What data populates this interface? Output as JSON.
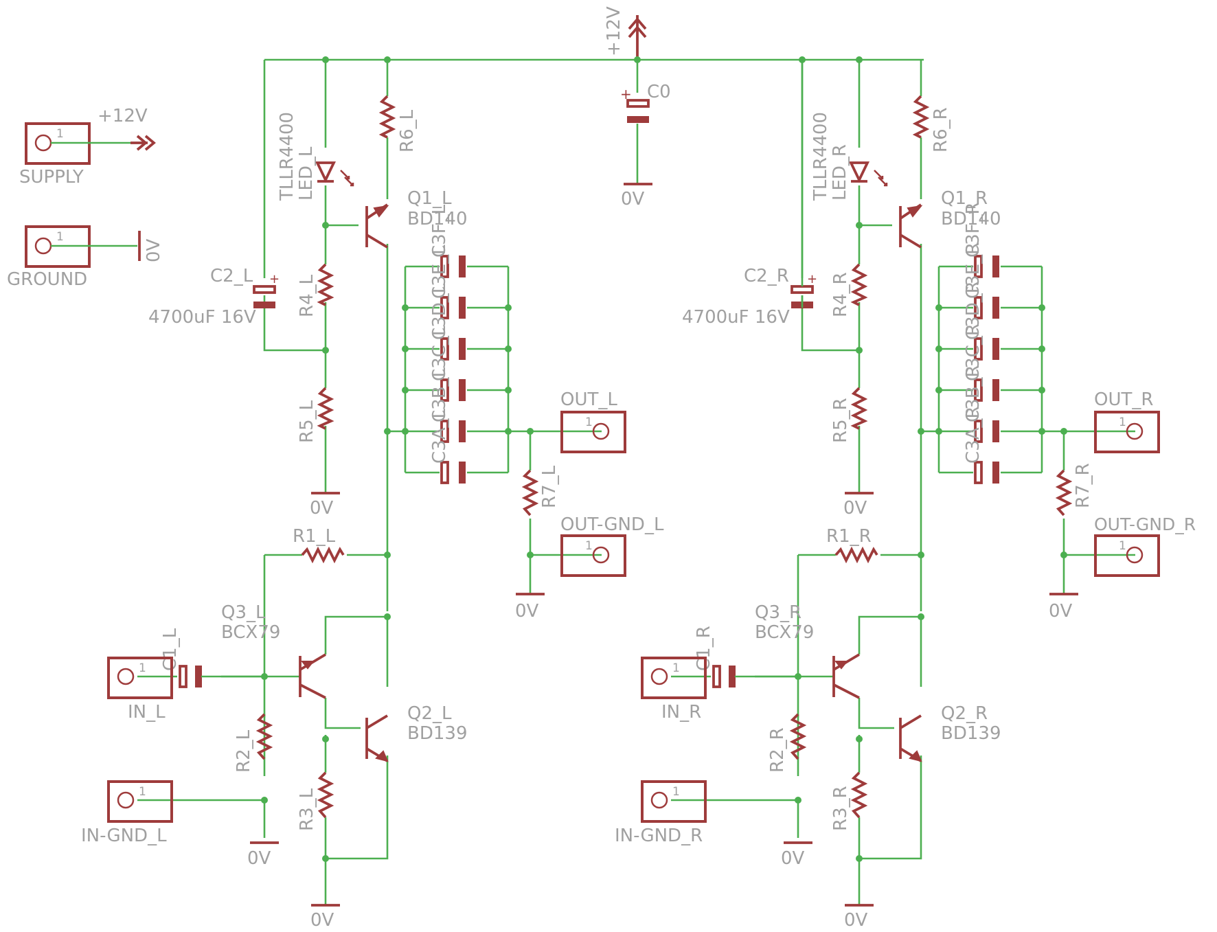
{
  "supply_symbol_label": "+12V",
  "ground_label": "0V",
  "main_cap": {
    "name": "C0"
  },
  "connectors": {
    "supply": {
      "name": "SUPPLY",
      "pin": "1",
      "net": "+12V"
    },
    "ground": {
      "name": "GROUND",
      "pin": "1",
      "net": "0V"
    },
    "out_l": {
      "name": "OUT_L",
      "pin": "1"
    },
    "out_gnd_l": {
      "name": "OUT-GND_L",
      "pin": "1"
    },
    "in_l": {
      "name": "IN_L",
      "pin": "1"
    },
    "in_gnd_l": {
      "name": "IN-GND_L",
      "pin": "1"
    },
    "out_r": {
      "name": "OUT_R",
      "pin": "1"
    },
    "out_gnd_r": {
      "name": "OUT-GND_R",
      "pin": "1"
    },
    "in_r": {
      "name": "IN_R",
      "pin": "1"
    },
    "in_gnd_r": {
      "name": "IN-GND_R",
      "pin": "1"
    }
  },
  "left": {
    "led": {
      "name": "LED_L",
      "value": "TLLR4400"
    },
    "r6": "R6_L",
    "r4": "R4_L",
    "r5": "R5_L",
    "r7": "R7_L",
    "r1": "R1_L",
    "r2": "R2_L",
    "r3": "R3_L",
    "q1": {
      "name": "Q1_L",
      "value": "BD140"
    },
    "q2": {
      "name": "Q2_L",
      "value": "BD139"
    },
    "q3": {
      "name": "Q3_L",
      "value": "BCX79"
    },
    "c2": {
      "name": "C2_L",
      "value": "4700uF 16V"
    },
    "c1": "C1_L",
    "c3": [
      "C3F_L",
      "C3E_L",
      "C3D_L",
      "C3C_L",
      "C3B_L",
      "C3A_L"
    ]
  },
  "right": {
    "led": {
      "name": "LED_R",
      "value": "TLLR4400"
    },
    "r6": "R6_R",
    "r4": "R4_R",
    "r5": "R5_R",
    "r7": "R7_R",
    "r1": "R1_R",
    "r2": "R2_R",
    "r3": "R3_R",
    "q1": {
      "name": "Q1_R",
      "value": "BD140"
    },
    "q2": {
      "name": "Q2_R",
      "value": "BD139"
    },
    "q3": {
      "name": "Q3_R",
      "value": "BCX79"
    },
    "c2": {
      "name": "C2_R",
      "value": "4700uF 16V"
    },
    "c1": "C1_R",
    "c3": [
      "C3F_R",
      "C3E_R",
      "C3D_R",
      "C3C_R",
      "C3B_R",
      "C3A_R"
    ]
  }
}
